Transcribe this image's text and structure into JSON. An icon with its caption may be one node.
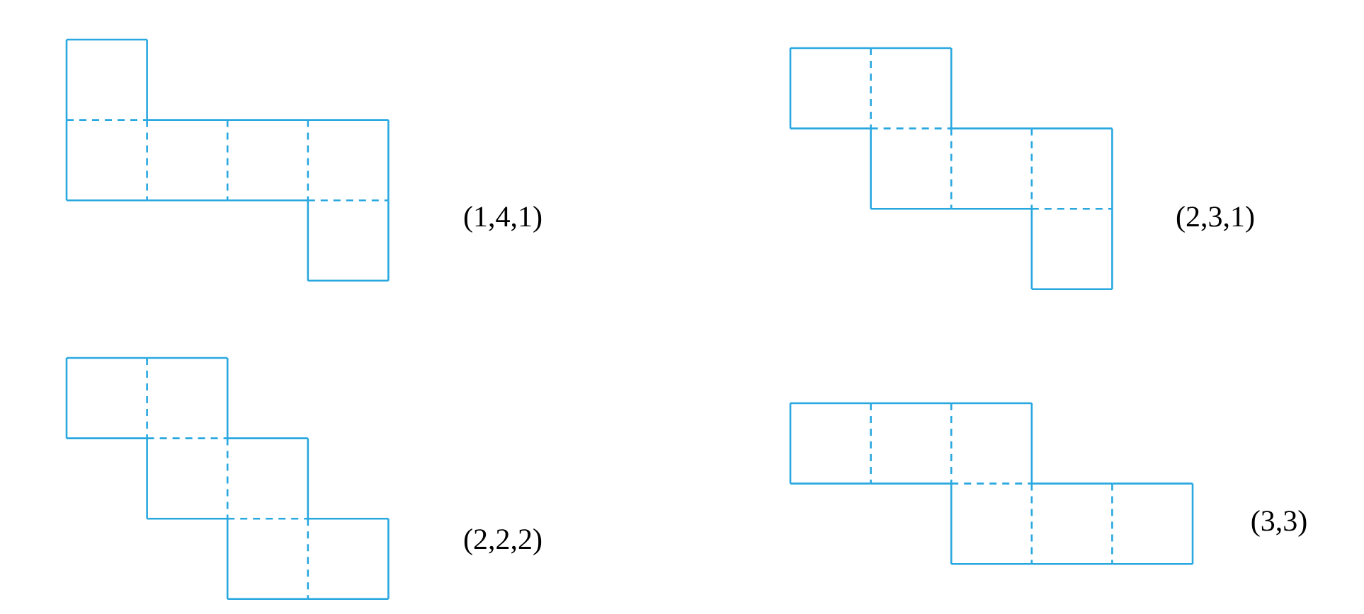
{
  "diagram": {
    "labels": [
      "(1,4,1)",
      "(2,3,1)",
      "(2,2,2)",
      "(3,3)"
    ]
  }
}
